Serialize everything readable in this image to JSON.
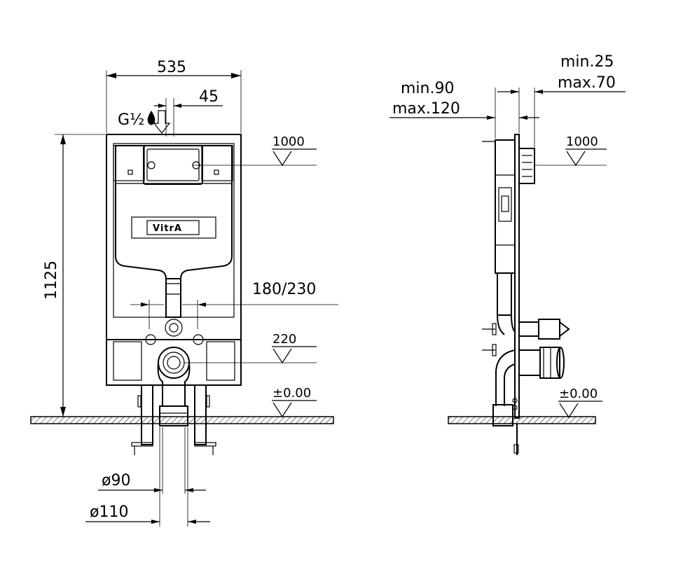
{
  "front_view": {
    "dim_width": "535",
    "dim_offset": "45",
    "dim_height": "1125",
    "dim_pipe_spacing": "180/230",
    "level_top": "1000",
    "level_outlet": "220",
    "level_floor": "±0.00",
    "dia_inner": "ø90",
    "dia_outer": "ø110",
    "water_inlet": "G½",
    "brand": "VitrA"
  },
  "side_view": {
    "dim_min_depth": "min.90",
    "dim_max_depth": "max.120",
    "dim_min_wall": "min.25",
    "dim_max_wall": "max.70",
    "level_top": "1000",
    "level_floor": "±0.00"
  }
}
